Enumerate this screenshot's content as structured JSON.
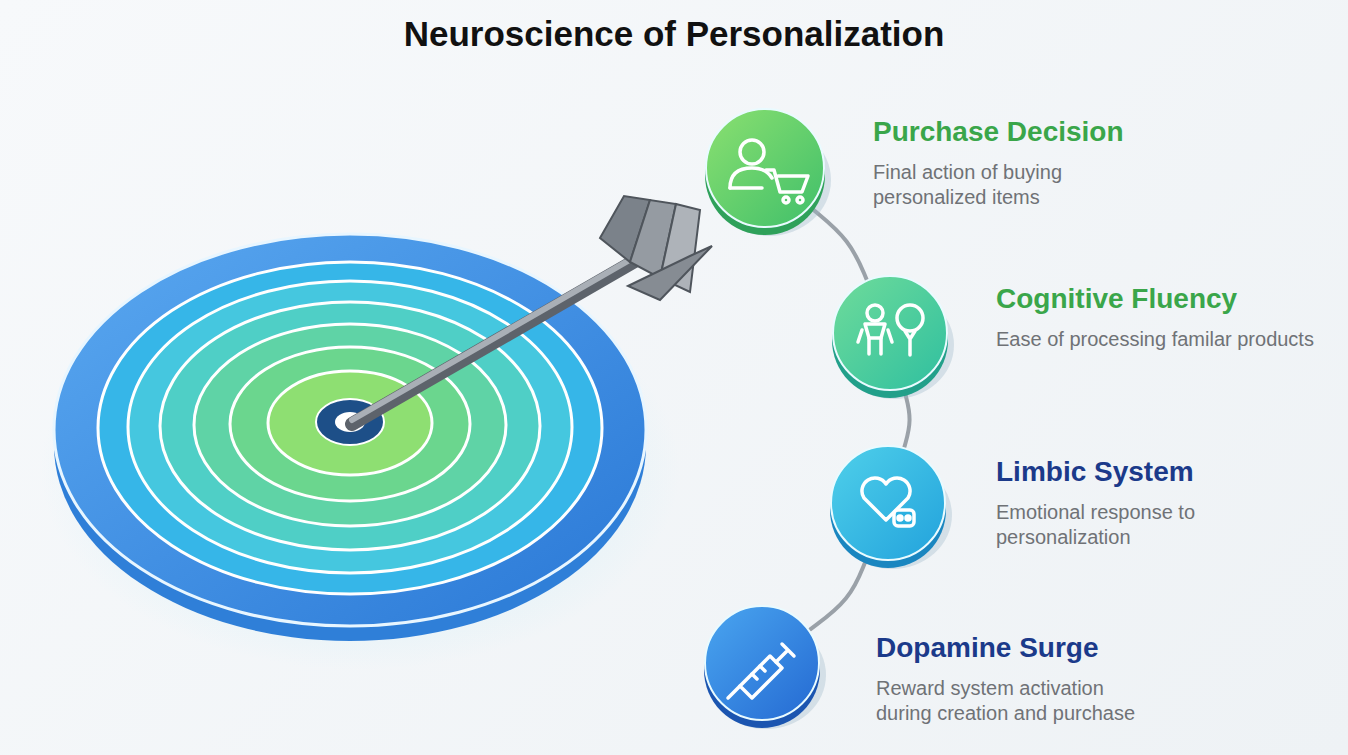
{
  "diagram": {
    "title": "Neuroscience of Personalization",
    "nodes": [
      {
        "text": [
          "Purchase Decision",
          "Final action of buying personalized items"
        ]
      },
      {
        "text": [
          "Cognitive Fluency",
          "Ease of processing familar products"
        ]
      },
      {
        "text": [
          "Limbic System",
          "Emotional response to personalization"
        ]
      },
      {
        "text": [
          "Dopamine Surge",
          "Reward system activation during creation and purchase"
        ]
      }
    ],
    "edges": [
      {
        "from": 0,
        "to": 1,
        "arrow": "none"
      },
      {
        "from": 1,
        "to": 2,
        "arrow": "none"
      },
      {
        "from": 2,
        "to": 3,
        "arrow": "none"
      }
    ]
  }
}
